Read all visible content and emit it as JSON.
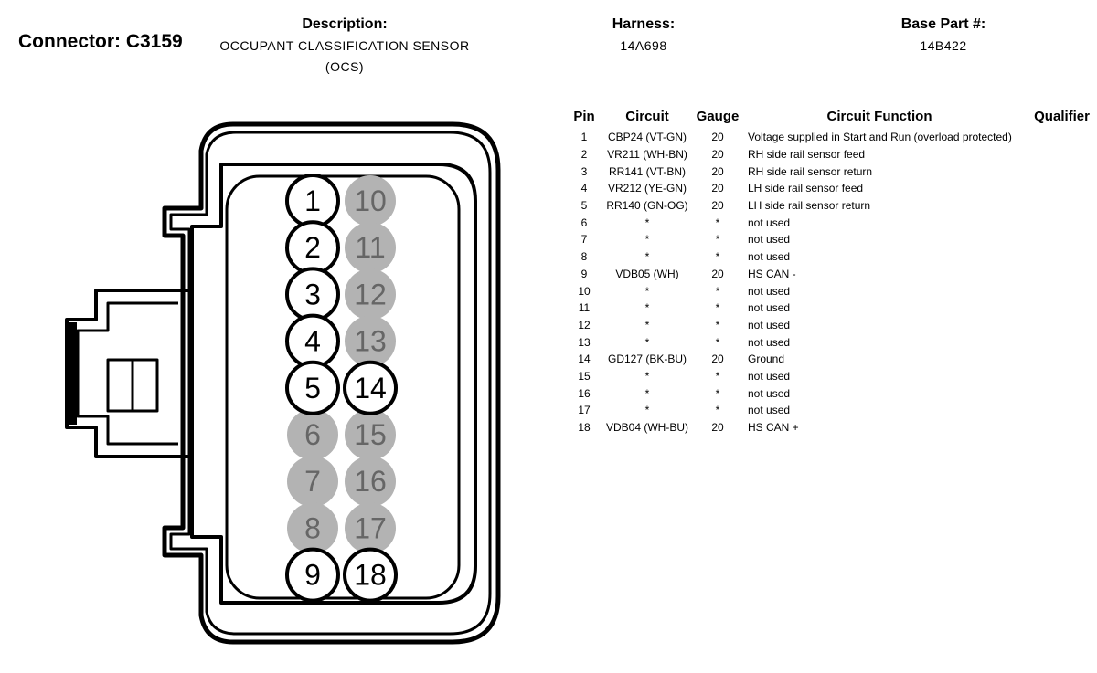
{
  "header": {
    "connector_title": "Connector: C3159",
    "description_label": "Description:",
    "description_line1": "OCCUPANT CLASSIFICATION SENSOR",
    "description_line2": "(OCS)",
    "harness_label": "Harness:",
    "harness_value": "14A698",
    "base_part_label": "Base Part #:",
    "base_part_value": "14B422"
  },
  "table": {
    "headers": {
      "pin": "Pin",
      "circuit": "Circuit",
      "gauge": "Gauge",
      "function": "Circuit Function",
      "qualifier": "Qualifier"
    },
    "rows": [
      {
        "pin": "1",
        "circuit": "CBP24 (VT-GN)",
        "gauge": "20",
        "function": "Voltage supplied in Start and Run (overload protected)"
      },
      {
        "pin": "2",
        "circuit": "VR211 (WH-BN)",
        "gauge": "20",
        "function": "RH side rail sensor feed"
      },
      {
        "pin": "3",
        "circuit": "RR141 (VT-BN)",
        "gauge": "20",
        "function": "RH side rail sensor return"
      },
      {
        "pin": "4",
        "circuit": "VR212 (YE-GN)",
        "gauge": "20",
        "function": "LH side rail sensor feed"
      },
      {
        "pin": "5",
        "circuit": "RR140 (GN-OG)",
        "gauge": "20",
        "function": "LH side rail sensor return"
      },
      {
        "pin": "6",
        "circuit": "*",
        "gauge": "*",
        "function": "not used"
      },
      {
        "pin": "7",
        "circuit": "*",
        "gauge": "*",
        "function": "not used"
      },
      {
        "pin": "8",
        "circuit": "*",
        "gauge": "*",
        "function": "not used"
      },
      {
        "pin": "9",
        "circuit": "VDB05 (WH)",
        "gauge": "20",
        "function": "HS CAN -"
      },
      {
        "pin": "10",
        "circuit": "*",
        "gauge": "*",
        "function": "not used"
      },
      {
        "pin": "11",
        "circuit": "*",
        "gauge": "*",
        "function": "not used"
      },
      {
        "pin": "12",
        "circuit": "*",
        "gauge": "*",
        "function": "not used"
      },
      {
        "pin": "13",
        "circuit": "*",
        "gauge": "*",
        "function": "not used"
      },
      {
        "pin": "14",
        "circuit": "GD127 (BK-BU)",
        "gauge": "20",
        "function": "Ground"
      },
      {
        "pin": "15",
        "circuit": "*",
        "gauge": "*",
        "function": "not used"
      },
      {
        "pin": "16",
        "circuit": "*",
        "gauge": "*",
        "function": "not used"
      },
      {
        "pin": "17",
        "circuit": "*",
        "gauge": "*",
        "function": "not used"
      },
      {
        "pin": "18",
        "circuit": "VDB04 (WH-BU)",
        "gauge": "20",
        "function": "HS CAN +"
      }
    ]
  },
  "connector_pins": [
    {
      "label": "1",
      "used": true
    },
    {
      "label": "2",
      "used": true
    },
    {
      "label": "3",
      "used": true
    },
    {
      "label": "4",
      "used": true
    },
    {
      "label": "5",
      "used": true
    },
    {
      "label": "6",
      "used": false
    },
    {
      "label": "7",
      "used": false
    },
    {
      "label": "8",
      "used": false
    },
    {
      "label": "9",
      "used": true
    },
    {
      "label": "10",
      "used": false
    },
    {
      "label": "11",
      "used": false
    },
    {
      "label": "12",
      "used": false
    },
    {
      "label": "13",
      "used": false
    },
    {
      "label": "14",
      "used": true
    },
    {
      "label": "15",
      "used": false
    },
    {
      "label": "16",
      "used": false
    },
    {
      "label": "17",
      "used": false
    },
    {
      "label": "18",
      "used": true
    }
  ],
  "colors": {
    "used_pin_fill": "#ffffff",
    "unused_pin_fill": "#b3b3b3",
    "unused_pin_text": "#666666",
    "outline": "#000000"
  }
}
